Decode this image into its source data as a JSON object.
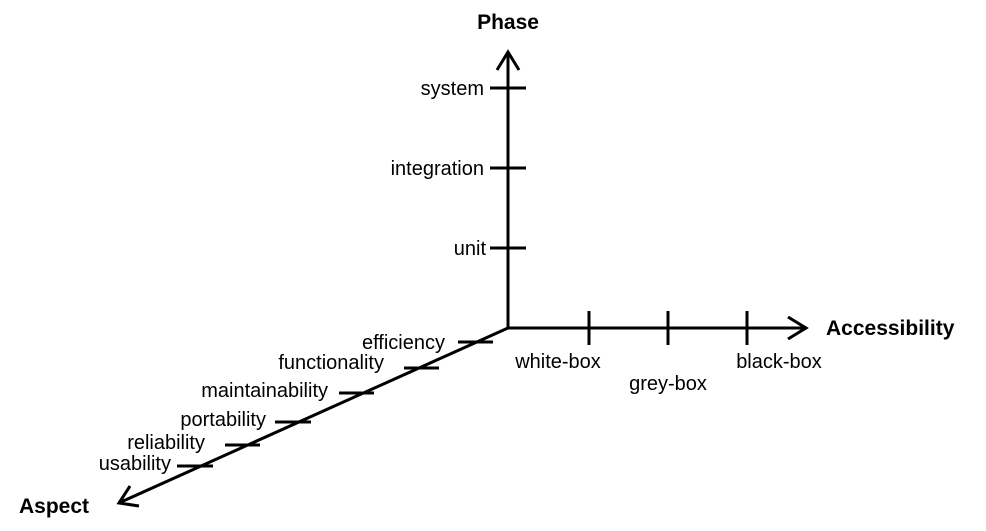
{
  "axes": {
    "phase": {
      "title": "Phase",
      "ticks": [
        "unit",
        "integration",
        "system"
      ]
    },
    "accessibility": {
      "title": "Accessibility",
      "ticks": [
        "white-box",
        "grey-box",
        "black-box"
      ]
    },
    "aspect": {
      "title": "Aspect",
      "ticks": [
        "efficiency",
        "functionality",
        "maintainability",
        "portability",
        "reliability",
        "usability"
      ]
    }
  }
}
